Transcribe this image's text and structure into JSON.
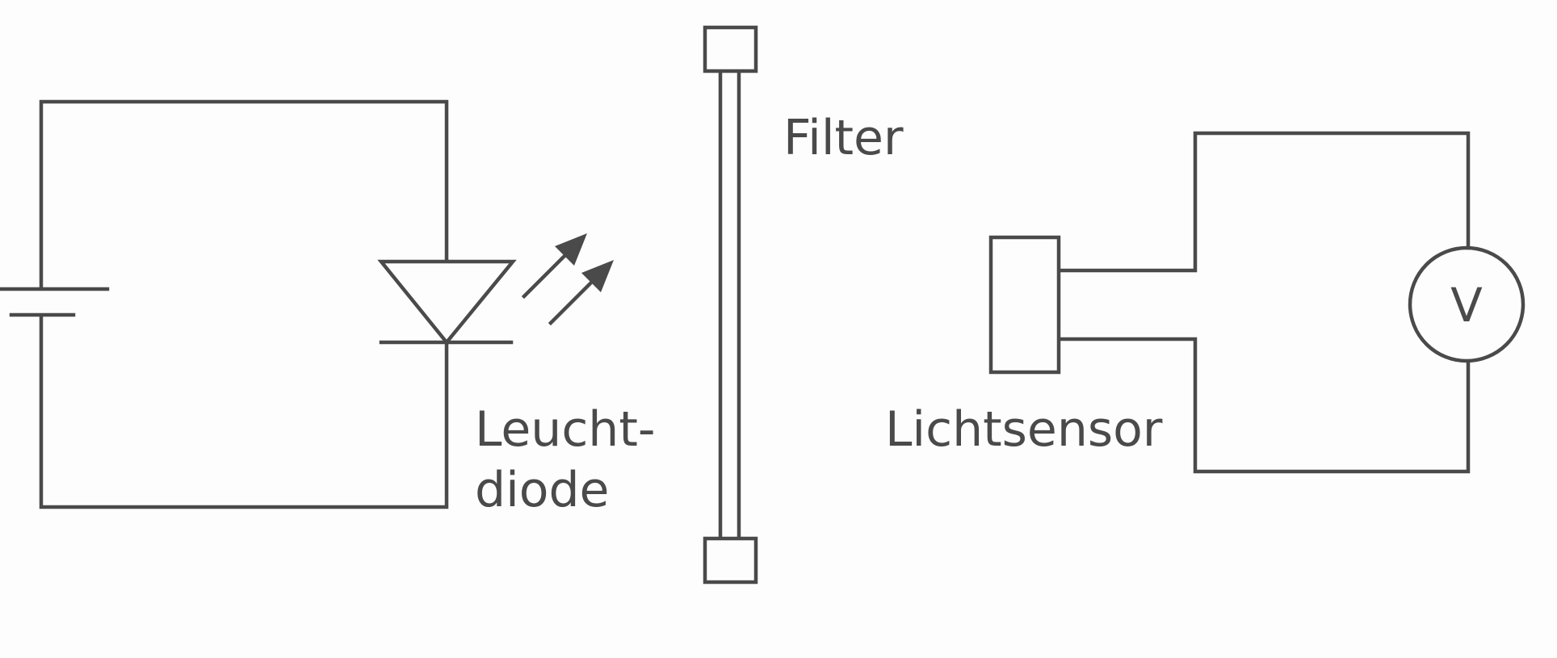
{
  "labels": {
    "filter": "Filter",
    "led_line1": "Leucht-",
    "led_line2": "diode",
    "sensor": "Lichtsensor",
    "voltmeter_symbol": "V"
  },
  "components": {
    "battery": "battery-symbol",
    "led": "led-symbol",
    "light_arrows": "arrow-icon",
    "filter": "filter-symbol",
    "sensor": "light-sensor-symbol",
    "voltmeter": "voltmeter-symbol"
  },
  "colors": {
    "line": "#4a4a4a",
    "background": "#fdfdfd"
  }
}
